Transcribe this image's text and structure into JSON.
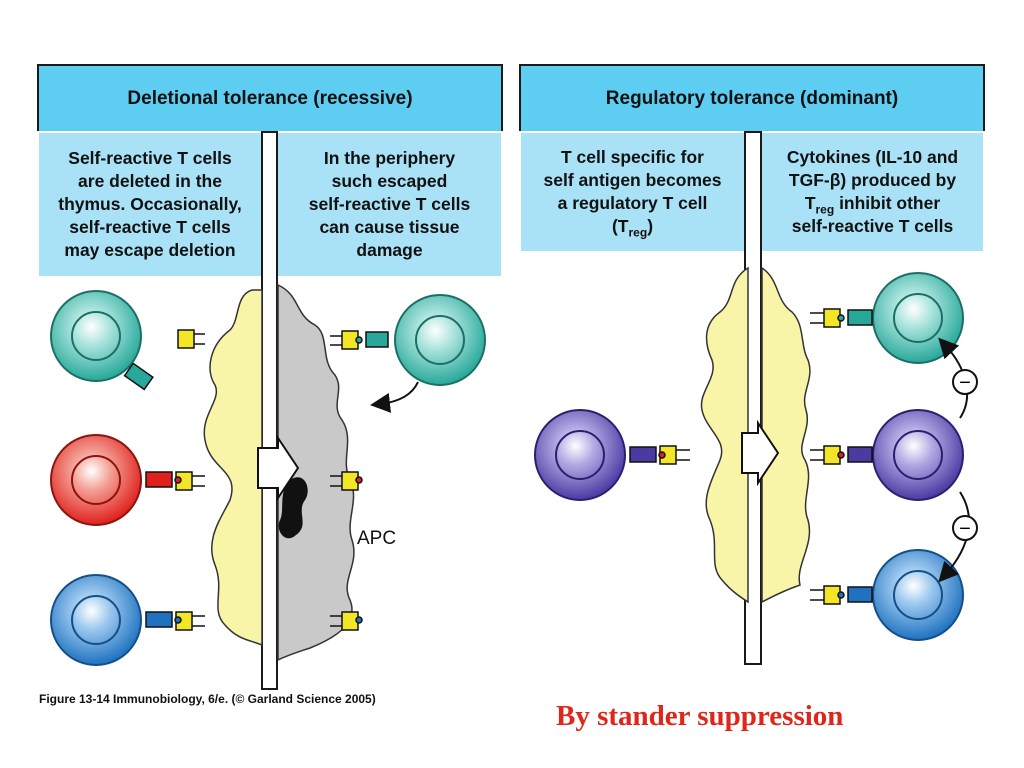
{
  "left_panel": {
    "title": "Deletional tolerance (recessive)",
    "thymus_text": [
      "Self-reactive T cells",
      "are deleted in the",
      "thymus. Occasionally,",
      "self-reactive T cells",
      "may escape deletion"
    ],
    "periphery_text": [
      "In the periphery",
      "such escaped",
      "self-reactive T cells",
      "can cause tissue",
      "damage"
    ],
    "apc_label": "APC"
  },
  "right_panel": {
    "title": "Regulatory tolerance (dominant)",
    "treg_text": {
      "line1": "T cell specific for",
      "line2": "self antigen becomes",
      "line3": "a regulatory T cell",
      "line4_pre": "(T",
      "line4_sub": "reg",
      "line4_post": ")"
    },
    "cytokine_text": {
      "line1": "Cytokines (IL-10 and",
      "line2": "TGF-β) produced by",
      "line3_pre": "T",
      "line3_sub": "reg",
      "line3_post": " inhibit other",
      "line4": "self-reactive T cells"
    },
    "inhibit_symbol": "−"
  },
  "caption": "Figure 13-14  Immunobiology, 6/e. (© Garland Science 2005)",
  "bystander_label": "By stander suppression",
  "colors": {
    "header_band": "#5ecdf2",
    "sub_header": "#a9e2f7",
    "apc_thymus": "#f8f5a8",
    "apc_periphery": "#c9c9c9",
    "teal_cell": "#27a89a",
    "red_cell": "#e0201c",
    "blue_cell": "#1f72c0",
    "purple_cell": "#4b3aa2",
    "mhc": "#f2e626",
    "bystander_text": "#e0261a"
  }
}
